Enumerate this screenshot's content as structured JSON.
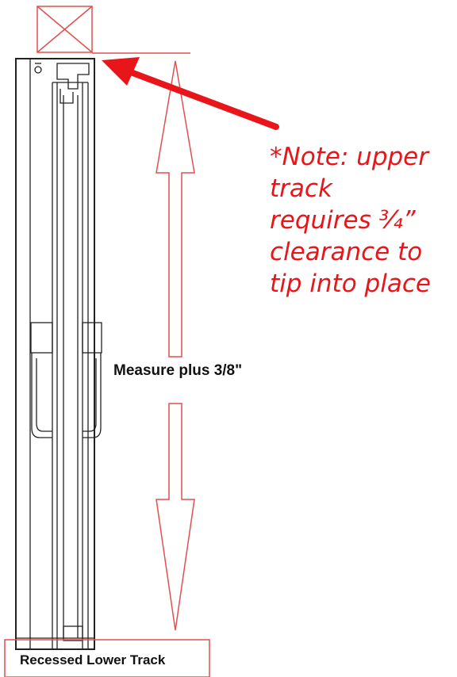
{
  "note": {
    "lines": [
      "*Note: upper",
      "track",
      "requires ¾”",
      "clearance to",
      "tip into place"
    ]
  },
  "measure_label": "Measure plus 3/8\"",
  "track_label": "Recessed Lower Track",
  "colors": {
    "accent": "#e8161b",
    "outline": "#e05050",
    "drawing": "#222222",
    "text": "#111111"
  },
  "icons": {
    "top_marker": "crossed-box-icon",
    "pointer": "red-arrow-icon",
    "dimension": "double-headed-dimension-arrow"
  }
}
